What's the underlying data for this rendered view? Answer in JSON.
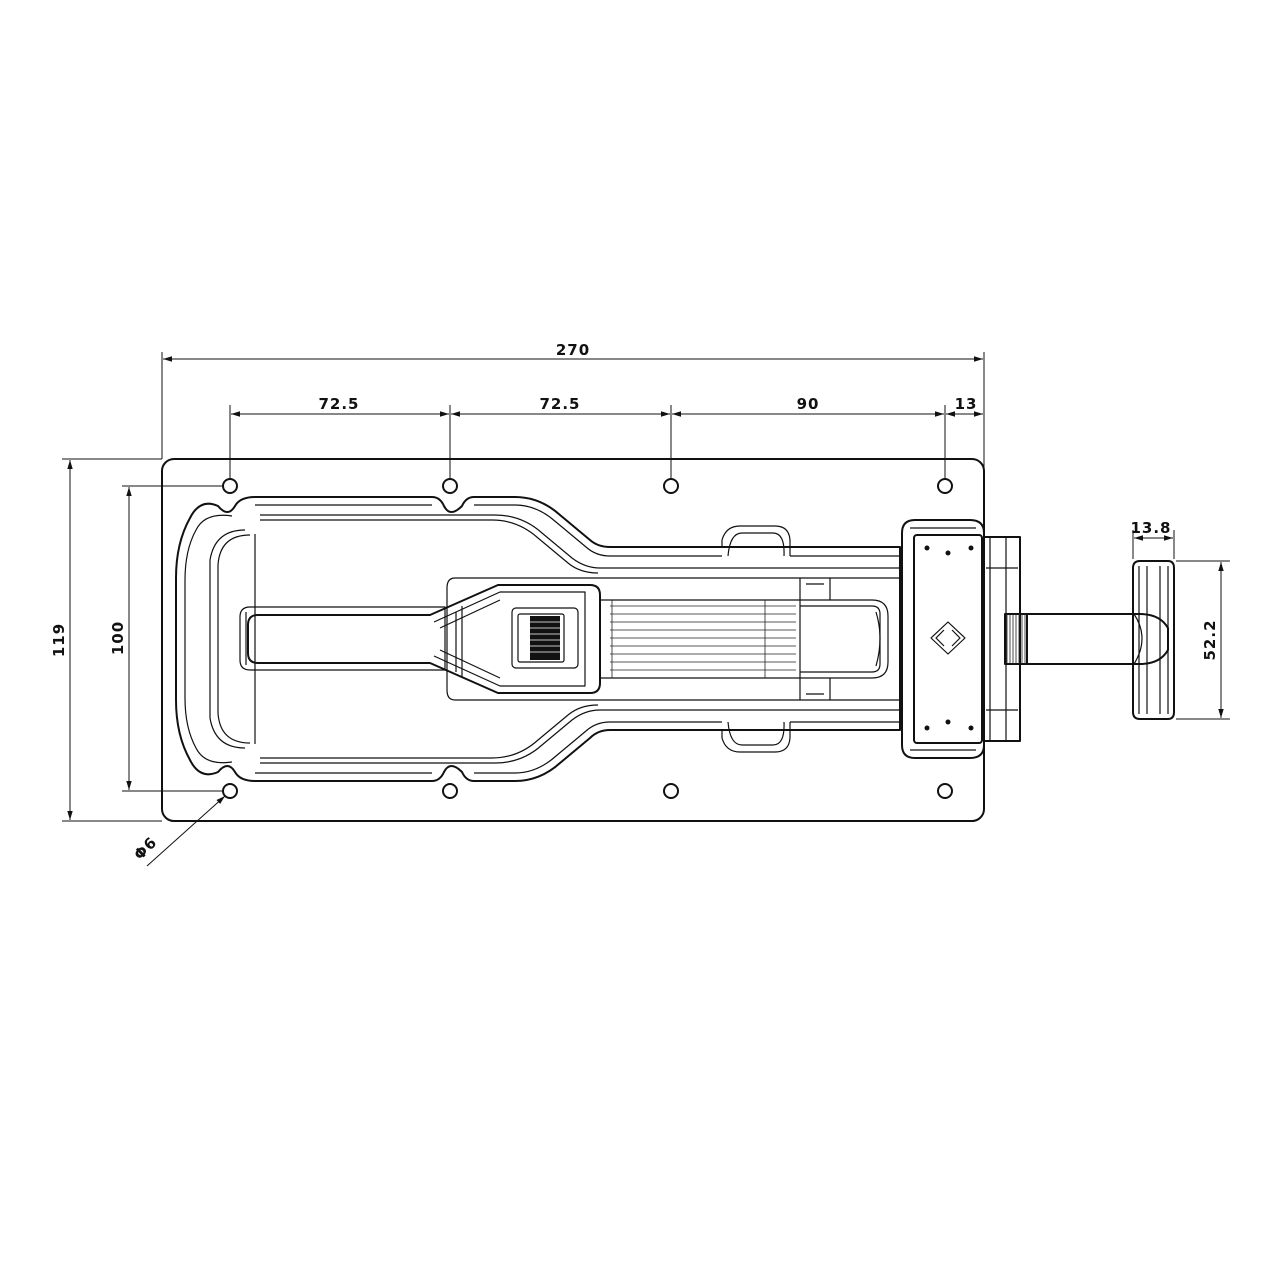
{
  "dimensions": {
    "overall_length": "270",
    "hole_pitch_1": "72.5",
    "hole_pitch_2": "72.5",
    "hole_pitch_3": "90",
    "edge_offset": "13",
    "overall_height": "119",
    "hole_row_spacing": "100",
    "hole_diameter": "Φ6",
    "handle_width": "13.8",
    "handle_length": "52.2"
  }
}
